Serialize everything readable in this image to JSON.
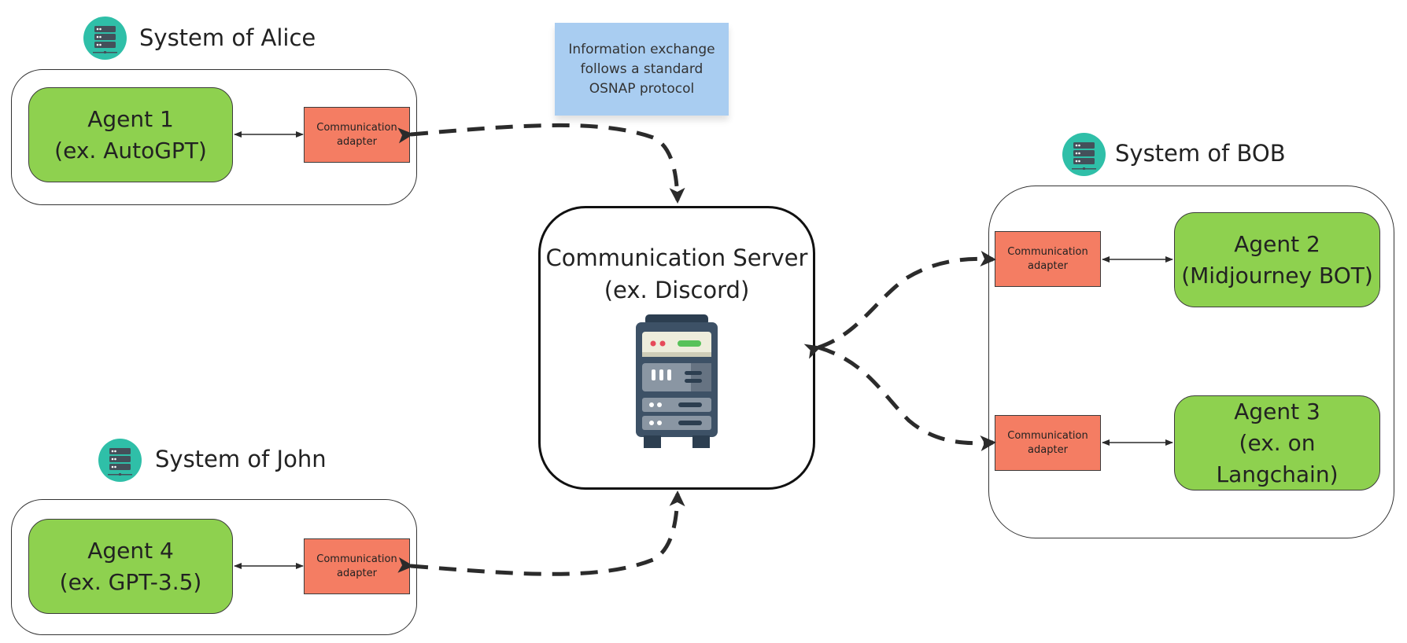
{
  "note": {
    "text": "Information exchange\nfollows a standard\nOSNAP protocol"
  },
  "server": {
    "label": "Communication Server\n(ex. Discord)",
    "icon": "server-rack-icon"
  },
  "systems": {
    "alice": {
      "title": "System of Alice",
      "agent": "Agent 1\n(ex. AutoGPT)",
      "adapter": "Communication adapter"
    },
    "john": {
      "title": "System of John",
      "agent": "Agent 4\n(ex. GPT-3.5)",
      "adapter": "Communication adapter"
    },
    "bob": {
      "title": "System of BOB",
      "agent2": "Agent 2\n(Midjourney BOT)",
      "adapter2": "Communication adapter",
      "agent3": "Agent 3\n(ex. on Langchain)",
      "adapter3": "Communication adapter"
    }
  },
  "colors": {
    "agent": "#8ed14f",
    "adapter": "#f47d63",
    "note": "#a9cdf1",
    "system_icon": "#2fbfa8",
    "arrow": "#2b2b2b"
  }
}
